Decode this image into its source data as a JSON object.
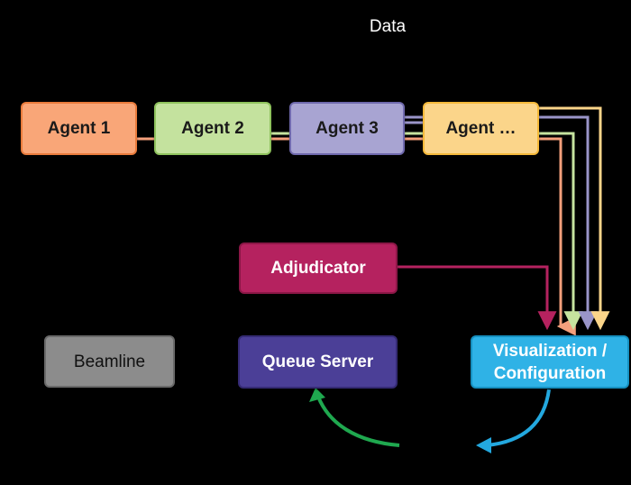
{
  "title": "Data",
  "nodes": {
    "agent1": {
      "label": "Agent 1",
      "fill": "#f9a678",
      "stroke": "#e97b3c",
      "text": "#1a1a1a"
    },
    "agent2": {
      "label": "Agent 2",
      "fill": "#c4e29e",
      "stroke": "#8fc35d",
      "text": "#1a1a1a"
    },
    "agent3": {
      "label": "Agent 3",
      "fill": "#a8a4d2",
      "stroke": "#6f69ad",
      "text": "#1a1a1a"
    },
    "agent4": {
      "label": "Agent …",
      "fill": "#fbd58a",
      "stroke": "#f5b93a",
      "text": "#1a1a1a"
    },
    "adjudicator": {
      "label": "Adjudicator",
      "fill": "#b5225f",
      "stroke": "#8c1747",
      "text": "#ffffff"
    },
    "beamline": {
      "label": "Beamline",
      "fill": "#8c8c8c",
      "stroke": "#6a6a6a",
      "text": "#111111"
    },
    "queue_server": {
      "label": "Queue Server",
      "fill": "#4b3f97",
      "stroke": "#352b74",
      "text": "#ffffff"
    },
    "visualization": {
      "label": "Visualization /\nConfiguration",
      "fill": "#2fb2e6",
      "stroke": "#1690c0",
      "text": "#ffffff"
    }
  },
  "wire_colors": {
    "agent1": "#f4a07c",
    "agent2": "#c6e39f",
    "agent3": "#9a95c9",
    "agent4": "#fbd58a",
    "adjudicator": "#b5225f",
    "green_arrow": "#1fa84f",
    "blue_arrow": "#23a8df"
  }
}
